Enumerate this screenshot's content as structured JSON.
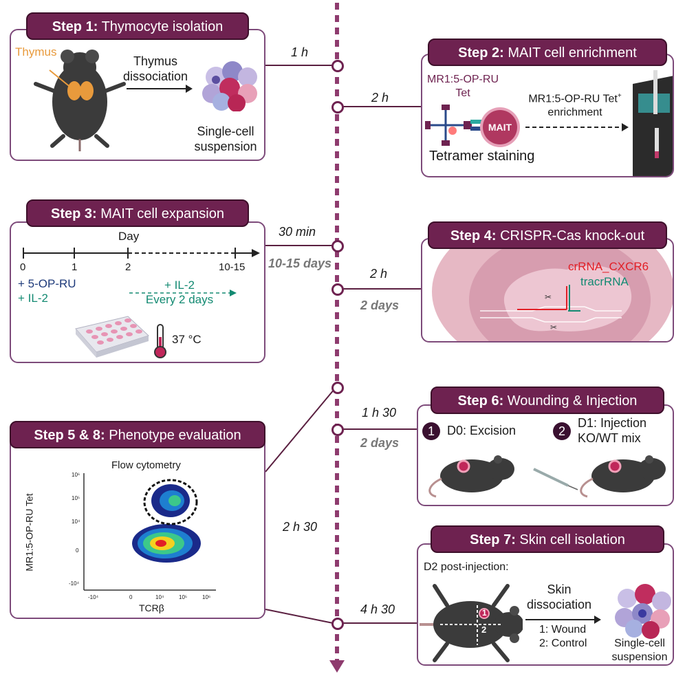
{
  "step1": {
    "label_bold": "Step 1:",
    "label": " Thymocyte isolation",
    "thymus": "Thymus",
    "dissociation_l1": "Thymus",
    "dissociation_l2": "dissociation",
    "suspension_l1": "Single-cell",
    "suspension_l2": "suspension"
  },
  "step2": {
    "label_bold": "Step 2:",
    "label": " MAIT cell enrichment",
    "tet_l1": "MR1:5-OP-RU",
    "tet_l2": "Tet",
    "mait": "MAIT",
    "enrich_l1": "MR1:5-OP-RU Tet",
    "enrich_sup": "+",
    "enrich_l2": "enrichment",
    "staining": "Tetramer staining"
  },
  "step3": {
    "label_bold": "Step 3:",
    "label": " MAIT cell expansion",
    "day": "Day",
    "ticks": [
      "0",
      "1",
      "2",
      "10-15"
    ],
    "add1_l1": "+ 5-OP-RU",
    "add1_l2": "+ IL-2",
    "add2_l1": "+ IL-2",
    "add2_l2": "Every 2 days",
    "temp": "37 °C"
  },
  "step4": {
    "label_bold": "Step 4:",
    "label": " CRISPR-Cas knock-out",
    "crrna": "crRNA_CXCR6",
    "tracrrna": "tracrRNA"
  },
  "step58": {
    "label_bold": "Step 5 & 8:",
    "label": " Phenotype evaluation",
    "title": "Flow cytometry",
    "ylabel": "MR1:5-OP-RU Tet",
    "xlabel": "TCRβ",
    "yticks": [
      "10⁶",
      "10⁵",
      "10⁴",
      "0",
      "-10⁴"
    ],
    "xticks": [
      "-10⁴",
      "0",
      "10⁴",
      "10⁵",
      "10⁶"
    ]
  },
  "step6": {
    "label_bold": "Step 6:",
    "label": " Wounding & Injection",
    "n1": "1",
    "d0": "D0: Excision",
    "n2": "2",
    "d1_l1": "D1: Injection",
    "d1_l2": "KO/WT mix"
  },
  "step7": {
    "label_bold": "Step 7:",
    "label": " Skin cell isolation",
    "post": "D2 post-injection:",
    "diss_l1": "Skin",
    "diss_l2": "dissociation",
    "wound": "1: Wound",
    "control": "2: Control",
    "susp_l1": "Single-cell",
    "susp_l2": "suspension",
    "mark1": "1",
    "mark2": "2"
  },
  "timeline": {
    "t1": "1 h",
    "t2": "2 h",
    "t3": "30 min",
    "t3b": "10-15 days",
    "t4": "2 h",
    "t4b": "2 days",
    "t6": "1 h 30",
    "t6b": "2 days",
    "t5": "2 h 30",
    "t7": "4 h 30"
  },
  "colors": {
    "accent": "#6e2250",
    "timeline": "#8e3b6e",
    "teal": "#138a72",
    "navy": "#1e3a7a",
    "red": "#e21f26",
    "thymus": "#e89a3c"
  }
}
